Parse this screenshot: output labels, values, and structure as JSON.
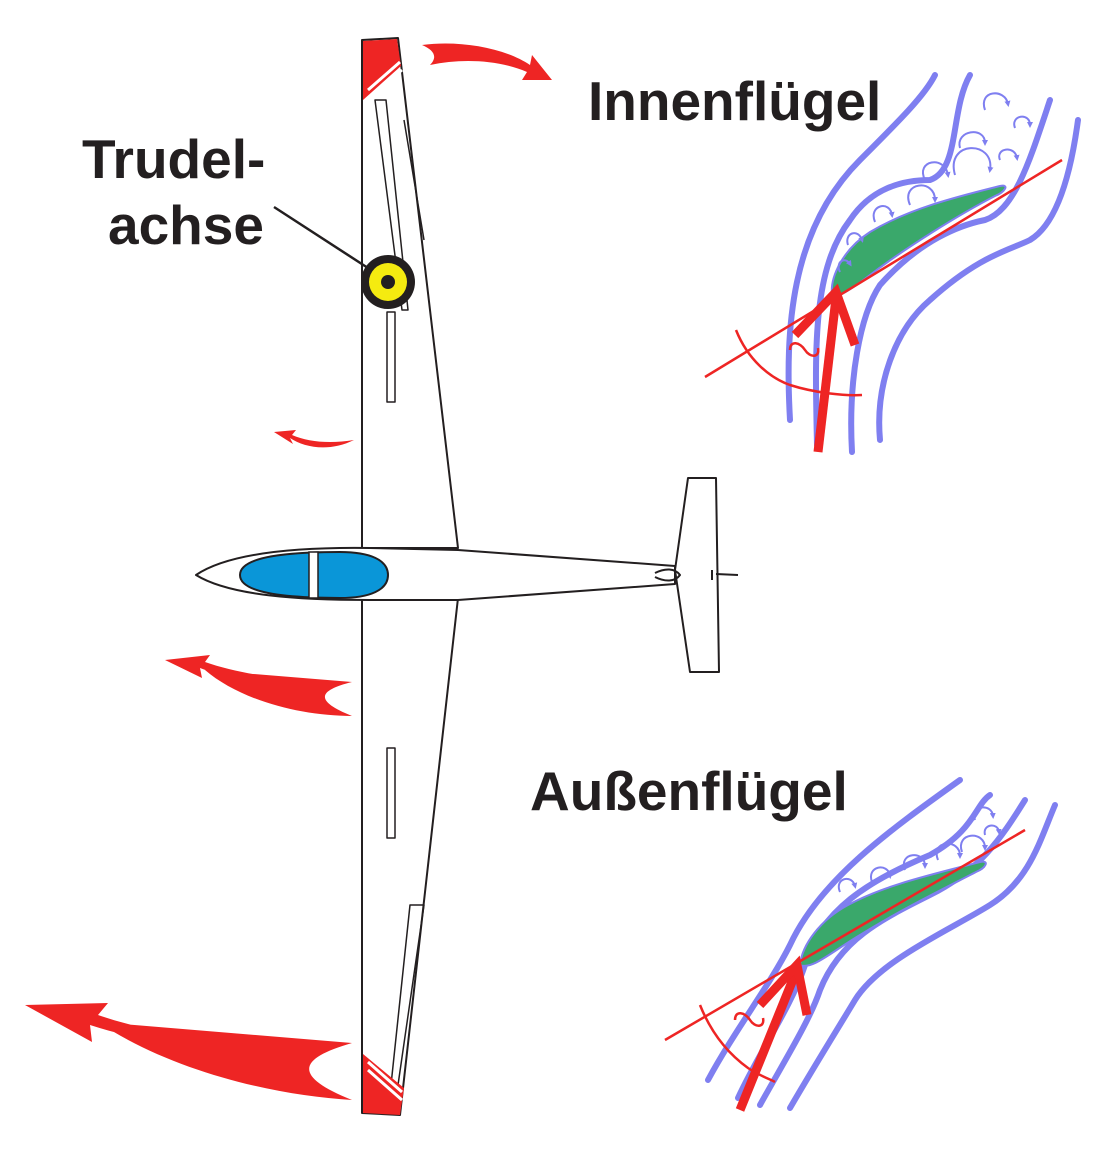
{
  "labels": {
    "spin_axis_line1": "Trudel-",
    "spin_axis_line2": "achse",
    "inner_wing": "Innenflügel",
    "outer_wing": "Außenflügel",
    "alpha_symbol": "α"
  },
  "colors": {
    "outline": "#231f20",
    "arrow_red": "#ee2524",
    "canopy_blue": "#0a96d8",
    "airfoil_green": "#3aa86b",
    "streamline_blue": "#7f7ff0",
    "axis_marker_yellow": "#f5eb10"
  }
}
